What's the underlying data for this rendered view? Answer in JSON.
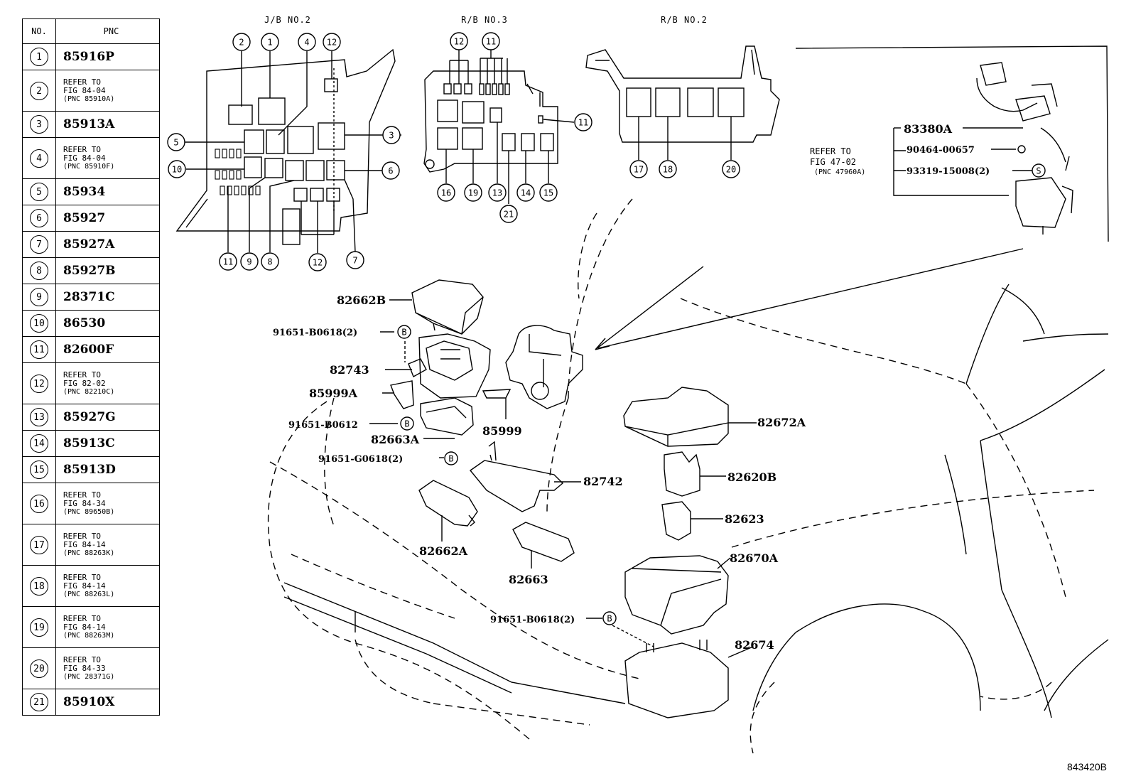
{
  "table": {
    "header_no": "NO.",
    "header_pnc": "PNC",
    "rows": [
      {
        "no": "1",
        "pnc": "85916P"
      },
      {
        "no": "2",
        "ref": [
          "REFER TO",
          "FIG 84-04",
          "(PNC 85910A)"
        ]
      },
      {
        "no": "3",
        "pnc": "85913A"
      },
      {
        "no": "4",
        "ref": [
          "REFER TO",
          "FIG 84-04",
          "(PNC 85910F)"
        ]
      },
      {
        "no": "5",
        "pnc": "85934"
      },
      {
        "no": "6",
        "pnc": "85927"
      },
      {
        "no": "7",
        "pnc": "85927A"
      },
      {
        "no": "8",
        "pnc": "85927B"
      },
      {
        "no": "9",
        "pnc": "28371C"
      },
      {
        "no": "10",
        "pnc": "86530"
      },
      {
        "no": "11",
        "pnc": "82600F"
      },
      {
        "no": "12",
        "ref": [
          "REFER TO",
          "FIG 82-02",
          "(PNC 82210C)"
        ]
      },
      {
        "no": "13",
        "pnc": "85927G"
      },
      {
        "no": "14",
        "pnc": "85913C"
      },
      {
        "no": "15",
        "pnc": "85913D"
      },
      {
        "no": "16",
        "ref": [
          "REFER TO",
          "FIG 84-34",
          "(PNC 89650B)"
        ]
      },
      {
        "no": "17",
        "ref": [
          "REFER TO",
          "FIG 84-14",
          "(PNC 88263K)"
        ]
      },
      {
        "no": "18",
        "ref": [
          "REFER TO",
          "FIG 84-14",
          "(PNC 88263L)"
        ]
      },
      {
        "no": "19",
        "ref": [
          "REFER TO",
          "FIG 84-14",
          "(PNC 88263M)"
        ]
      },
      {
        "no": "20",
        "ref": [
          "REFER TO",
          "FIG 84-33",
          "(PNC 28371G)"
        ]
      },
      {
        "no": "21",
        "pnc": "85910X"
      }
    ]
  },
  "insets": {
    "jb2": {
      "title": "J/B NO.2",
      "callouts": [
        {
          "id": "j2",
          "n": "2"
        },
        {
          "id": "j1",
          "n": "1"
        },
        {
          "id": "j4",
          "n": "4"
        },
        {
          "id": "j12a",
          "n": "12"
        },
        {
          "id": "j5",
          "n": "5"
        },
        {
          "id": "j3",
          "n": "3"
        },
        {
          "id": "j10",
          "n": "10"
        },
        {
          "id": "j6",
          "n": "6"
        },
        {
          "id": "j11",
          "n": "11"
        },
        {
          "id": "j9",
          "n": "9"
        },
        {
          "id": "j8",
          "n": "8"
        },
        {
          "id": "j12b",
          "n": "12"
        },
        {
          "id": "j7",
          "n": "7"
        }
      ]
    },
    "rb3": {
      "title": "R/B NO.3",
      "callouts": [
        {
          "id": "r12",
          "n": "12"
        },
        {
          "id": "r11a",
          "n": "11"
        },
        {
          "id": "r11b",
          "n": "11"
        },
        {
          "id": "r16",
          "n": "16"
        },
        {
          "id": "r19",
          "n": "19"
        },
        {
          "id": "r13",
          "n": "13"
        },
        {
          "id": "r14",
          "n": "14"
        },
        {
          "id": "r15",
          "n": "15"
        },
        {
          "id": "r21",
          "n": "21"
        }
      ]
    },
    "rb2": {
      "title": "R/B NO.2",
      "callouts": [
        {
          "id": "q17",
          "n": "17"
        },
        {
          "id": "q18",
          "n": "18"
        },
        {
          "id": "q20",
          "n": "20"
        }
      ]
    }
  },
  "refer_block": {
    "lines": [
      "REFER TO",
      "FIG 47-02",
      "(PNC 47960A)"
    ],
    "parts": [
      "83380A",
      "90464-00657",
      "93319-15008(2)"
    ],
    "marker": "S"
  },
  "part_labels": {
    "p82662B": "82662B",
    "p91651_b0618_a": "91651-B0618(2)",
    "p82743": "82743",
    "p85999A": "85999A",
    "p91651_b0612": "91651-B0612",
    "p82663A": "82663A",
    "p85999": "85999",
    "p91651_g0618": "91651-G0618(2)",
    "p82742": "82742",
    "p82662A": "82662A",
    "p82663": "82663",
    "p82672A": "82672A",
    "p82620B": "82620B",
    "p82623": "82623",
    "p82670A": "82670A",
    "p91651_b0618_b": "91651-B0618(2)",
    "p82674": "82674",
    "marker_b": "B"
  },
  "footer_code": "843420B"
}
